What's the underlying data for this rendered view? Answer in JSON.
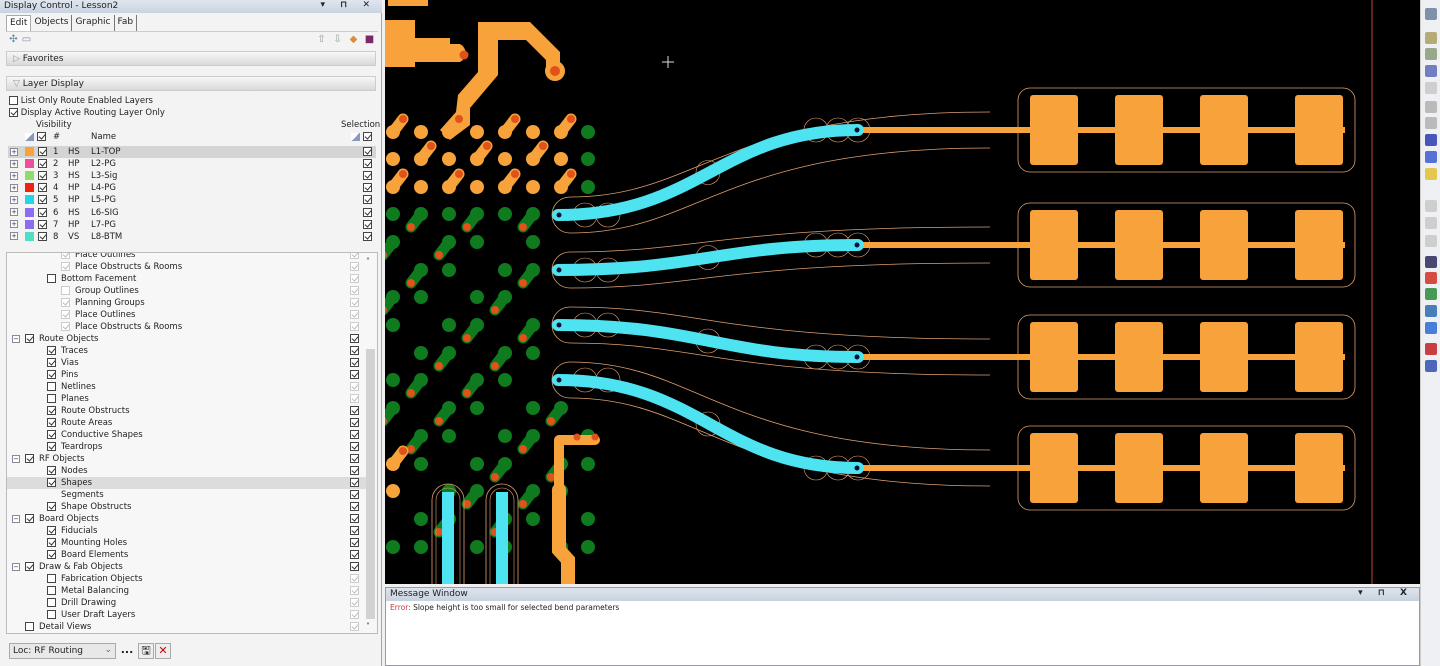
{
  "panel": {
    "title": "Display Control - Lesson2",
    "title_controls": "▾ ⊓ ✕",
    "tabs": [
      "Edit",
      "Objects",
      "Graphic",
      "Fab"
    ],
    "active_tab": "Edit",
    "favorites_label": "Favorites",
    "layer_display_label": "Layer Display",
    "option_route_enabled": {
      "label": "List Only Route Enabled Layers",
      "checked": false
    },
    "option_active_only": {
      "label": "Display Active Routing Layer Only",
      "checked": true
    },
    "visibility_label": "Visibility",
    "selection_label": "Selection",
    "num_header": "#",
    "name_header": "Name",
    "layers": [
      {
        "num": "1",
        "type": "HS",
        "name": "L1-TOP",
        "color": "#f7a23a",
        "selected": true
      },
      {
        "num": "2",
        "type": "HP",
        "name": "L2-PG",
        "color": "#ee4f9a"
      },
      {
        "num": "3",
        "type": "HS",
        "name": "L3-Sig",
        "color": "#8edc6a"
      },
      {
        "num": "4",
        "type": "HP",
        "name": "L4-PG",
        "color": "#ee2211"
      },
      {
        "num": "5",
        "type": "HP",
        "name": "L5-PG",
        "color": "#22d6e8"
      },
      {
        "num": "6",
        "type": "HS",
        "name": "L6-SIG",
        "color": "#8c6cf0"
      },
      {
        "num": "7",
        "type": "HP",
        "name": "L7-PG",
        "color": "#8c6cf0"
      },
      {
        "num": "8",
        "type": "VS",
        "name": "L8-BTM",
        "color": "#4ee0c4"
      }
    ],
    "tree": [
      {
        "label": "Place Outlines",
        "level": 2,
        "vis": "gray-on",
        "sel": "gray"
      },
      {
        "label": "Place Obstructs & Rooms",
        "level": 2,
        "vis": "gray-on",
        "sel": "gray"
      },
      {
        "label": "Bottom Facement",
        "level": 1,
        "vis": "off",
        "sel": "gray"
      },
      {
        "label": "Group Outlines",
        "level": 2,
        "vis": "gray-off",
        "sel": "gray"
      },
      {
        "label": "Planning Groups",
        "level": 2,
        "vis": "gray-on",
        "sel": "gray"
      },
      {
        "label": "Place Outlines",
        "level": 2,
        "vis": "gray-on",
        "sel": "gray"
      },
      {
        "label": "Place Obstructs & Rooms",
        "level": 2,
        "vis": "gray-on",
        "sel": "gray"
      },
      {
        "label": "Route Objects",
        "level": 0,
        "vis": "on",
        "sel": "on",
        "expander": "−"
      },
      {
        "label": "Traces",
        "level": 1,
        "vis": "on",
        "sel": "on"
      },
      {
        "label": "Vias",
        "level": 1,
        "vis": "on",
        "sel": "on"
      },
      {
        "label": "Pins",
        "level": 1,
        "vis": "on",
        "sel": "on"
      },
      {
        "label": "Netlines",
        "level": 1,
        "vis": "off",
        "sel": "gray"
      },
      {
        "label": "Planes",
        "level": 1,
        "vis": "off",
        "sel": "gray"
      },
      {
        "label": "Route Obstructs",
        "level": 1,
        "vis": "on",
        "sel": "on"
      },
      {
        "label": "Route Areas",
        "level": 1,
        "vis": "on",
        "sel": "on"
      },
      {
        "label": "Conductive Shapes",
        "level": 1,
        "vis": "on",
        "sel": "on"
      },
      {
        "label": "Teardrops",
        "level": 1,
        "vis": "on",
        "sel": "on"
      },
      {
        "label": "RF Objects",
        "level": 0,
        "vis": "on",
        "sel": "on",
        "expander": "−"
      },
      {
        "label": "Nodes",
        "level": 1,
        "vis": "on",
        "sel": "on"
      },
      {
        "label": "Shapes",
        "level": 1,
        "vis": "on",
        "sel": "on",
        "highlight": true
      },
      {
        "label": "Segments",
        "level": 1,
        "vis": "none",
        "sel": "on"
      },
      {
        "label": "Shape Obstructs",
        "level": 1,
        "vis": "on",
        "sel": "on"
      },
      {
        "label": "Board Objects",
        "level": 0,
        "vis": "on",
        "sel": "on",
        "expander": "−"
      },
      {
        "label": "Fiducials",
        "level": 1,
        "vis": "on",
        "sel": "on"
      },
      {
        "label": "Mounting Holes",
        "level": 1,
        "vis": "on",
        "sel": "on"
      },
      {
        "label": "Board Elements",
        "level": 1,
        "vis": "on",
        "sel": "on"
      },
      {
        "label": "Draw & Fab Objects",
        "level": 0,
        "vis": "on",
        "sel": "on",
        "expander": "−"
      },
      {
        "label": "Fabrication Objects",
        "level": 1,
        "vis": "off",
        "sel": "gray"
      },
      {
        "label": "Metal Balancing",
        "level": 1,
        "vis": "off",
        "sel": "gray"
      },
      {
        "label": "Drill Drawing",
        "level": 1,
        "vis": "off",
        "sel": "gray"
      },
      {
        "label": "User Draft Layers",
        "level": 1,
        "vis": "off",
        "sel": "gray"
      },
      {
        "label": "Detail Views",
        "level": 0,
        "vis": "off",
        "sel": "gray"
      }
    ],
    "scheme_select": "Loc: RF Routing",
    "more_button": "...",
    "save_icon": "save-icon",
    "delete_icon": "close-icon"
  },
  "message_window": {
    "title": "Message Window",
    "controls": "▾ ⊓ X",
    "error_prefix": "Error:",
    "error_text": "Slope height is too small for selected bend parameters"
  },
  "colors": {
    "copper_top": "#f7a23a",
    "rf_trace": "#4de3f0",
    "inner_via": "#0f7a1e",
    "drill": "#e0521a",
    "outline": "#e0a070",
    "background": "#000000"
  }
}
